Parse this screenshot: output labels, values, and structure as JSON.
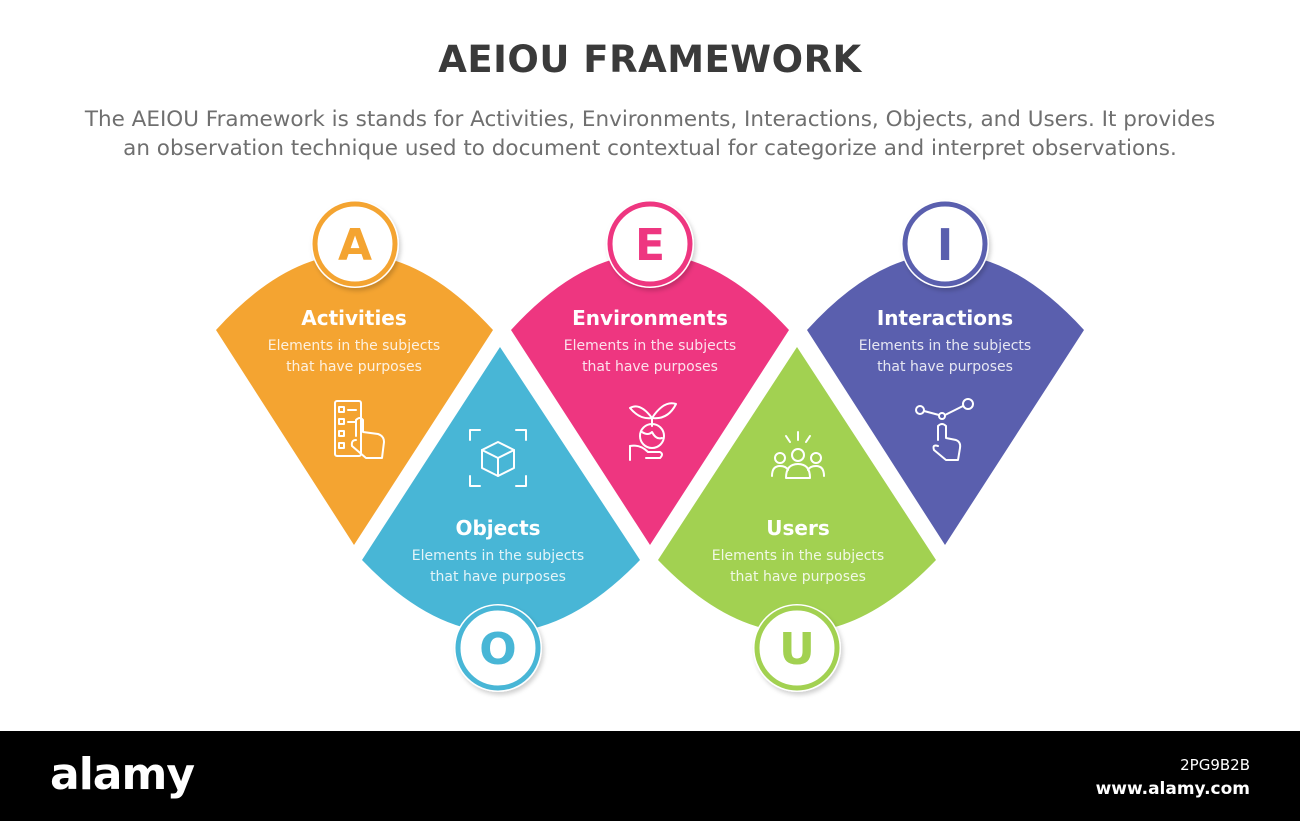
{
  "title": "AEIOU FRAMEWORK",
  "subtitle_line1": "The AEIOU Framework is stands for Activities, Environments, Interactions, Objects, and Users. It provides",
  "subtitle_line2": "an observation technique used to document contextual for categorize and interpret observations.",
  "items": [
    {
      "letter": "A",
      "title": "Activities",
      "desc1": "Elements in the subjects",
      "desc2": "that have purposes",
      "color": "#f4a431",
      "icon": "checklist-tap-icon"
    },
    {
      "letter": "E",
      "title": "Environments",
      "desc1": "Elements in the subjects",
      "desc2": "that have purposes",
      "color": "#ee3680",
      "icon": "globe-plant-hand-icon"
    },
    {
      "letter": "I",
      "title": "Interactions",
      "desc1": "Elements in the subjects",
      "desc2": "that have purposes",
      "color": "#5a5fae",
      "icon": "touch-network-icon"
    },
    {
      "letter": "O",
      "title": "Objects",
      "desc1": "Elements in the subjects",
      "desc2": "that have purposes",
      "color": "#48b6d6",
      "icon": "box-scan-icon"
    },
    {
      "letter": "U",
      "title": "Users",
      "desc1": "Elements in the subjects",
      "desc2": "that have purposes",
      "color": "#a2d151",
      "icon": "user-group-icon"
    }
  ],
  "footer": {
    "logo": "alamy",
    "image_id": "2PG9B2B",
    "url": "www.alamy.com"
  }
}
